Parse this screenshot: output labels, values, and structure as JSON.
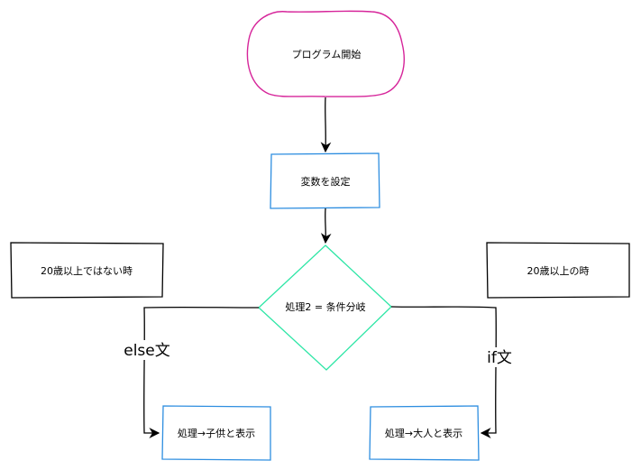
{
  "diagram": {
    "nodes": {
      "start": {
        "label": "プログラム開始",
        "stroke": "#d6259a"
      },
      "set_vars": {
        "label": "変数を設定",
        "stroke": "#2e8ee0"
      },
      "decision": {
        "label": "処理2 = 条件分岐",
        "stroke": "#2ee6a6"
      },
      "note_else": {
        "label": "20歳以上ではない時",
        "stroke": "#000000"
      },
      "note_if": {
        "label": "20歳以上の時",
        "stroke": "#000000"
      },
      "process_child": {
        "label": "処理→子供と表示",
        "stroke": "#2e8ee0"
      },
      "process_adult": {
        "label": "処理→大人と表示",
        "stroke": "#2e8ee0"
      }
    },
    "edges": {
      "else_label": "else文",
      "if_label": "if文"
    }
  }
}
